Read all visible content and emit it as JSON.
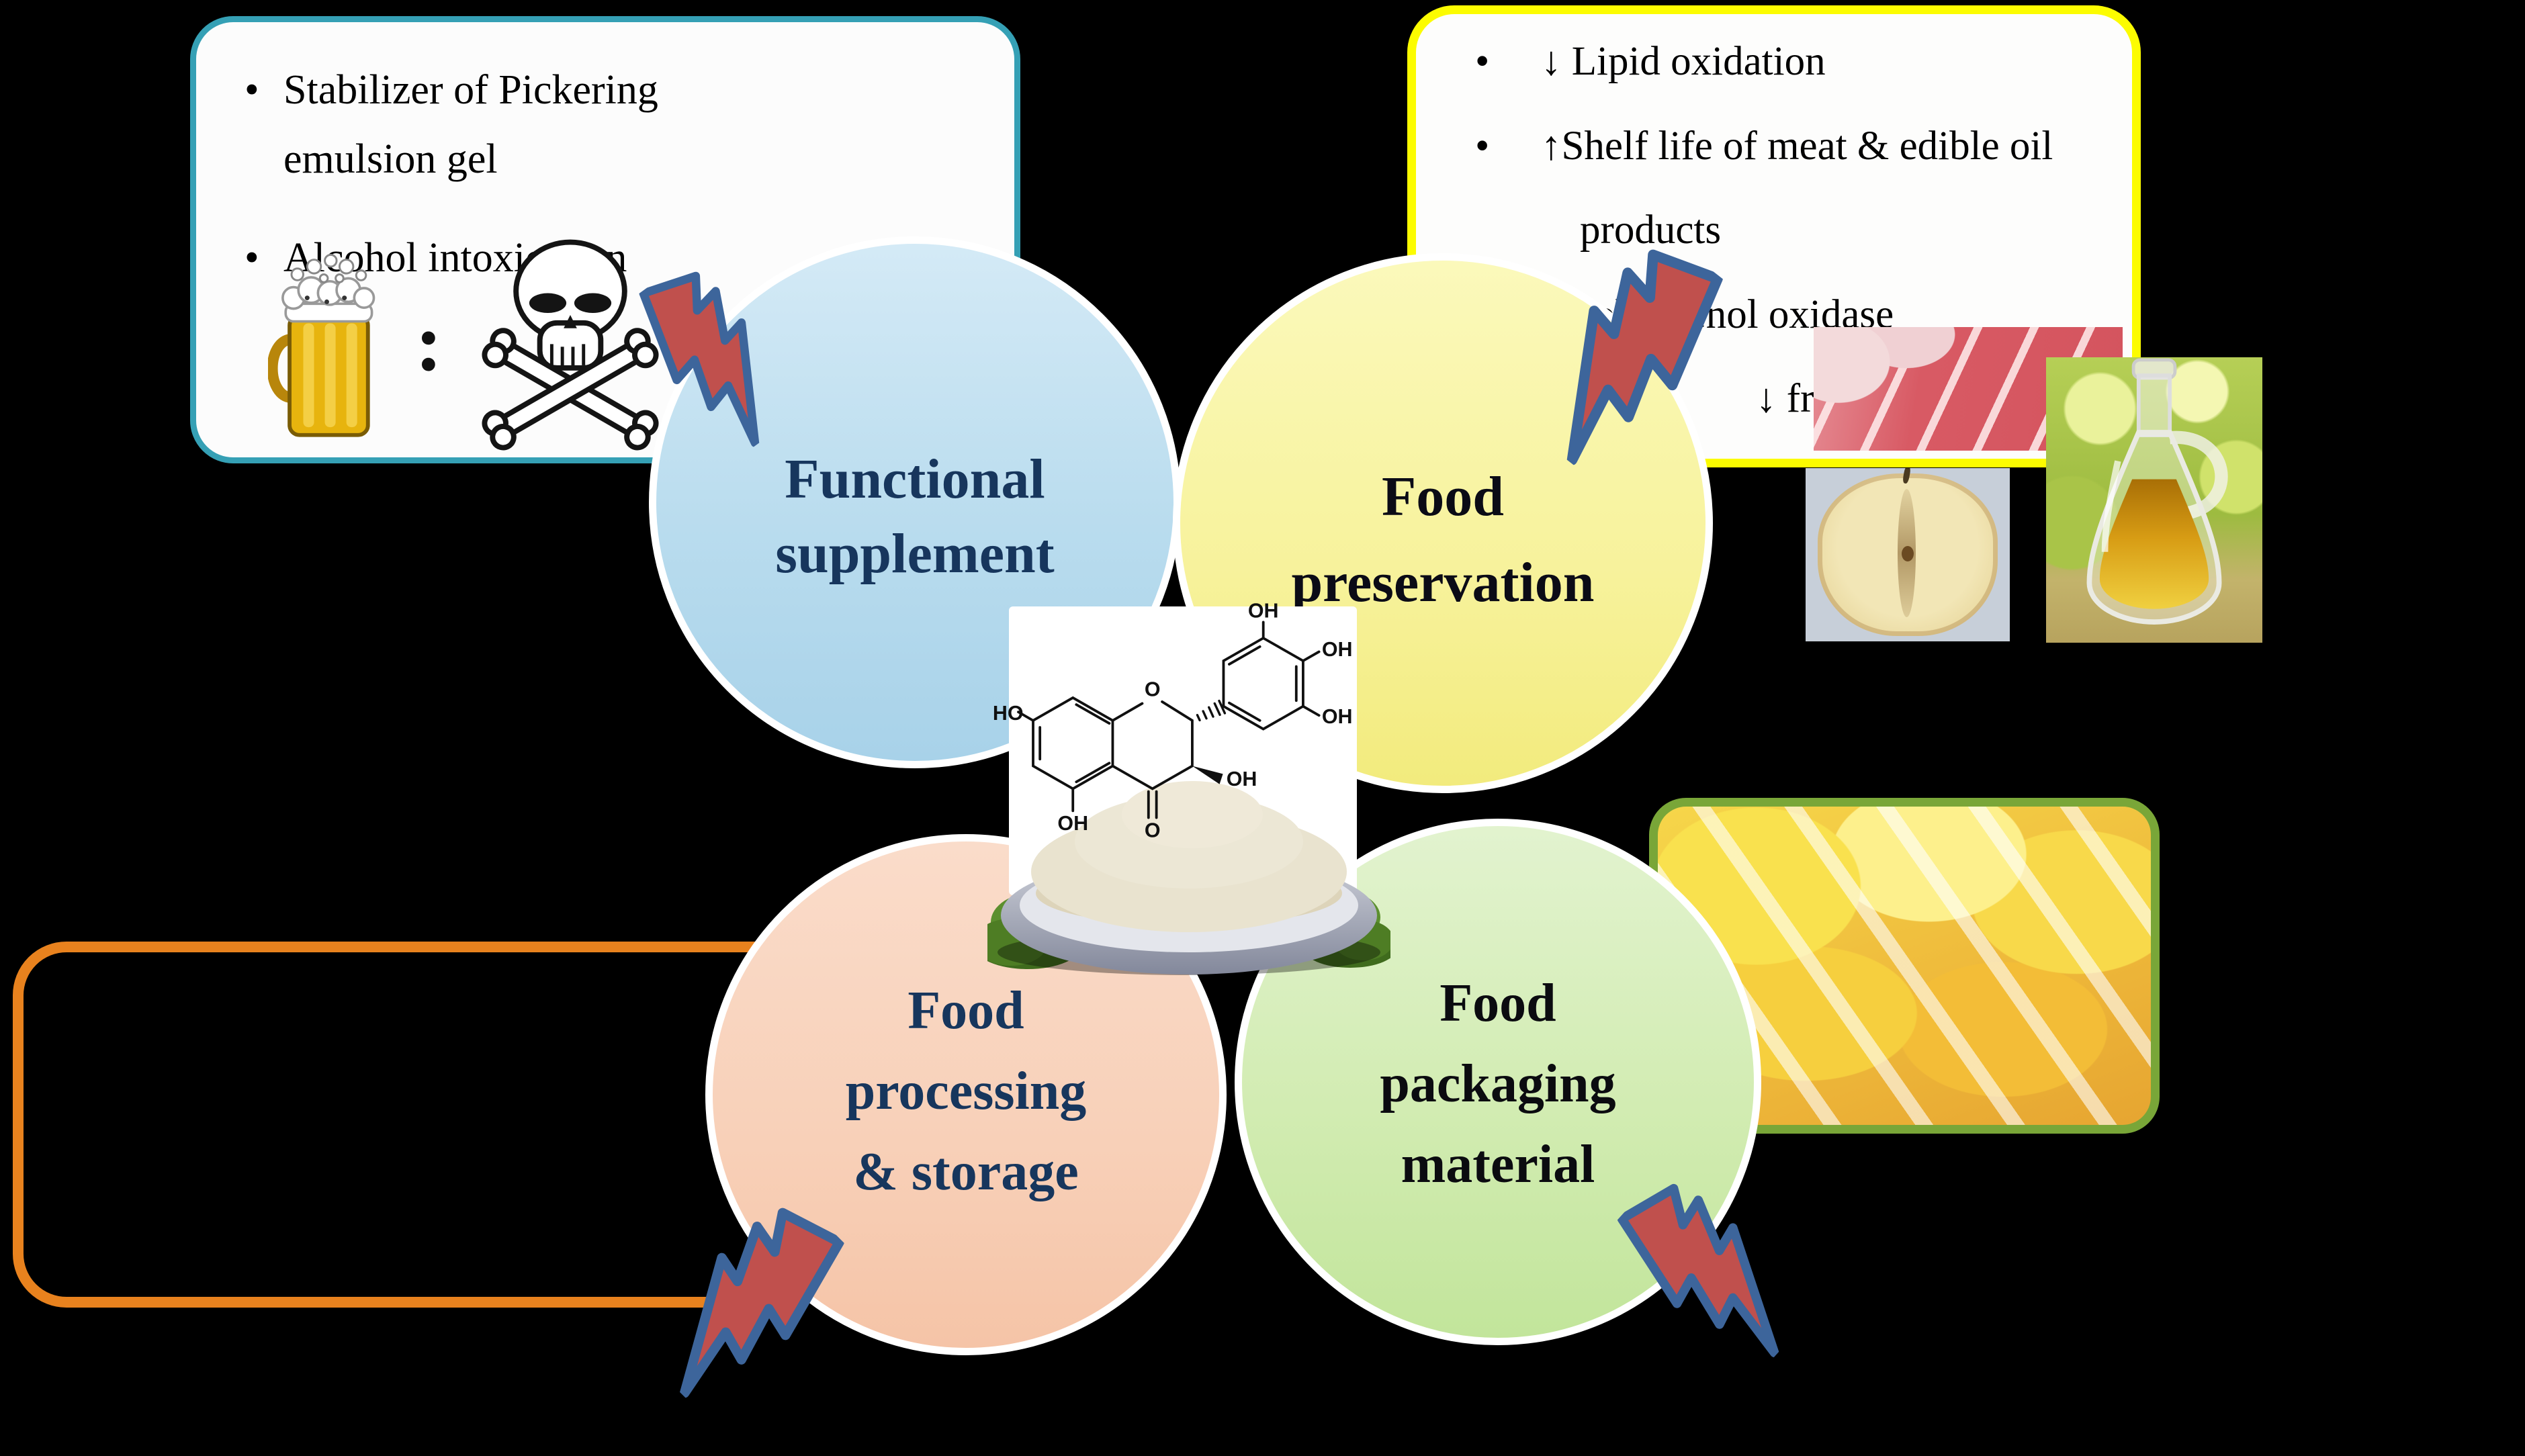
{
  "palette": {
    "background": "#000000",
    "teal_border": "#35a0b5",
    "yellow_border": "#fcfc00",
    "orange_border": "#e8821e",
    "green_border": "#79a638",
    "bolt_fill": "#c0504d",
    "bolt_outline": "#3d659b",
    "navy_text": "#17365d",
    "blue_circle": "#b9dcee",
    "yellow_circle": "#f7f29b",
    "peach_circle": "#f8d0b8",
    "green_circle": "#d2ecb2"
  },
  "supplement_box": {
    "rows": [
      {
        "bullet": "•",
        "text": "Stabilizer of Pickering"
      },
      {
        "bullet": "",
        "text": "emulsion gel"
      },
      {
        "bullet": "•",
        "text": "Alcohol intoxication"
      }
    ],
    "colon": ":"
  },
  "preservation_box": {
    "rows": [
      {
        "bullet": "•",
        "text": "↓ Lipid oxidation"
      },
      {
        "bullet": "•",
        "text": "↑Shelf life of meat & edible oil"
      },
      {
        "bullet": "",
        "text": "products"
      },
      {
        "bullet": "•",
        "text": "↓ Polyphenol oxidase"
      },
      {
        "bullet": "",
        "text": "↓ fruit browning"
      }
    ]
  },
  "circles": {
    "functional": {
      "line1": "Functional",
      "line2": "supplement"
    },
    "preservation": {
      "line1": "Food",
      "line2": "preservation"
    },
    "processing": {
      "line1": "Food",
      "line2": "processing",
      "line3": "& storage"
    },
    "packaging": {
      "line1": "Food",
      "line2": "packaging",
      "line3": "material"
    }
  },
  "molecule": {
    "ho7": "HO",
    "o1": "O",
    "oh5": "OH",
    "o4": "O",
    "oh3": "OH",
    "oh_b_top": "OH",
    "oh_b_right": "OH",
    "oh_b_bottom": "OH"
  }
}
